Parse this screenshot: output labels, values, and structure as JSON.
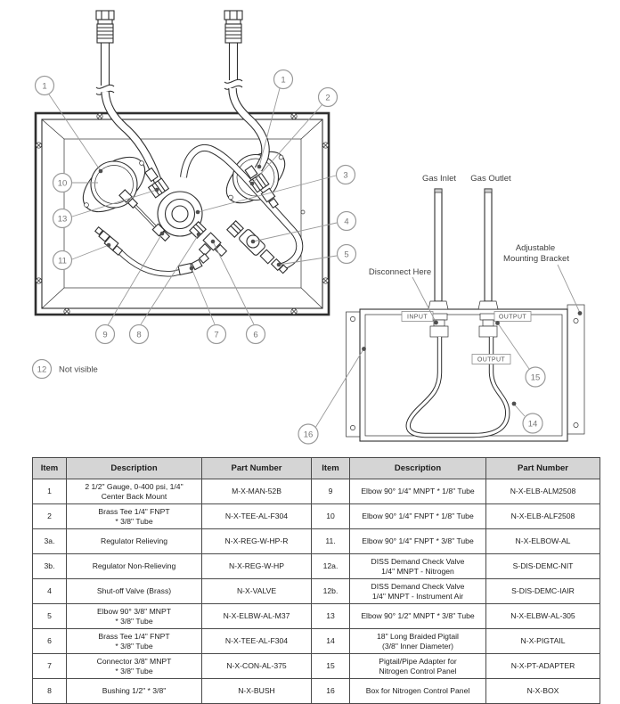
{
  "callouts": {
    "one_left": "1",
    "one_right": "1",
    "two": "2",
    "three": "3",
    "four": "4",
    "five": "5",
    "six": "6",
    "seven": "7",
    "eight": "8",
    "nine": "9",
    "ten": "10",
    "eleven": "11",
    "twelve": "12",
    "thirteen": "13",
    "fourteen": "14",
    "fifteen": "15",
    "sixteen": "16"
  },
  "notes": {
    "not_visible": "Not visible"
  },
  "bracket_labels": {
    "gas_inlet": "Gas Inlet",
    "gas_outlet": "Gas Outlet",
    "disconnect": "Disconnect Here",
    "adjustable_line1": "Adjustable",
    "adjustable_line2": "Mounting Bracket",
    "input": "INPUT",
    "output_top": "OUTPUT",
    "output_mid": "OUTPUT"
  },
  "table": {
    "headers": [
      "Item",
      "Description",
      "Part Number",
      "Item",
      "Description",
      "Part Number"
    ],
    "rows": [
      [
        "1",
        "2 1/2\" Gauge, 0-400 psi, 1/4\"\nCenter Back Mount",
        "M-X-MAN-52B",
        "9",
        "Elbow 90° 1/4\" MNPT * 1/8\" Tube",
        "N-X-ELB-ALM2508"
      ],
      [
        "2",
        "Brass Tee 1/4\" FNPT\n* 3/8\" Tube",
        "N-X-TEE-AL-F304",
        "10",
        "Elbow 90° 1/4\" FNPT * 1/8\" Tube",
        "N-X-ELB-ALF2508"
      ],
      [
        "3a.",
        "Regulator Relieving",
        "N-X-REG-W-HP-R",
        "11.",
        "Elbow 90° 1/4\" FNPT * 3/8\" Tube",
        "N-X-ELBOW-AL"
      ],
      [
        "3b.",
        "Regulator Non-Relieving",
        "N-X-REG-W-HP",
        "12a.",
        "DISS Demand Check Valve\n1/4\" MNPT - Nitrogen",
        "S-DIS-DEMC-NIT"
      ],
      [
        "4",
        "Shut-off Valve (Brass)",
        "N-X-VALVE",
        "12b.",
        "DISS Demand Check Valve\n1/4\" MNPT - Instrument Air",
        "S-DIS-DEMC-IAIR"
      ],
      [
        "5",
        "Elbow 90° 3/8\" MNPT\n* 3/8\" Tube",
        "N-X-ELBW-AL-M37",
        "13",
        "Elbow 90° 1/2\" MNPT * 3/8\" Tube",
        "N-X-ELBW-AL-305"
      ],
      [
        "6",
        "Brass Tee 1/4\" FNPT\n* 3/8\" Tube",
        "N-X-TEE-AL-F304",
        "14",
        "18\" Long Braided Pigtail\n(3/8\" Inner Diameter)",
        "N-X-PIGTAIL"
      ],
      [
        "7",
        "Connector 3/8\" MNPT\n* 3/8\" Tube",
        "N-X-CON-AL-375",
        "15",
        "Pigtail/Pipe Adapter for\nNitrogen Control Panel",
        "N-X-PT-ADAPTER"
      ],
      [
        "8",
        "Bushing 1/2\" * 3/8\"",
        "N-X-BUSH",
        "16",
        "Box for Nitrogen Control Panel",
        "N-X-BOX"
      ]
    ]
  },
  "colors": {
    "line": "#2f2f2f",
    "leader": "#9a9a9a",
    "callout_text": "#777777",
    "table_border": "#4a4a4a",
    "header_bg": "#d5d5d5",
    "label_text": "#3f3f3f"
  }
}
